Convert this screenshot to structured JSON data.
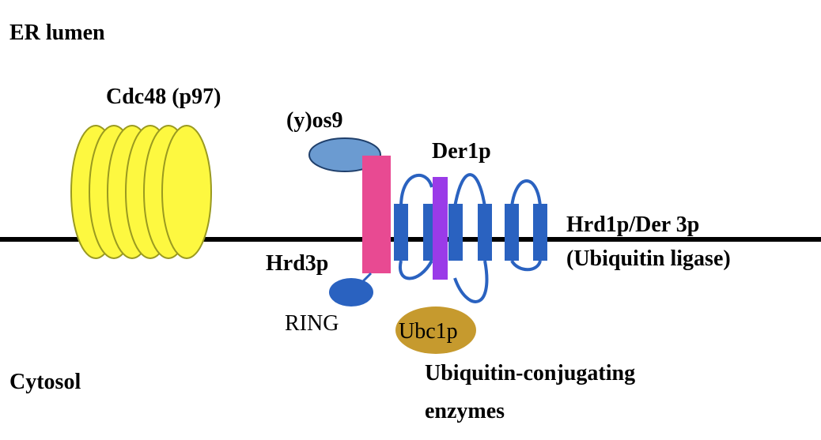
{
  "labels": {
    "er_lumen": "ER lumen",
    "cytosol": "Cytosol",
    "cdc48": "Cdc48 (p97)",
    "yos9": "(y)os9",
    "der1p": "Der1p",
    "hrd1p_line1": "Hrd1p/Der 3p",
    "hrd1p_line2": "(Ubiquitin ligase)",
    "hrd3p": "Hrd3p",
    "ring": "RING",
    "ubc1p": "Ubc1p",
    "ubiquitin_line1": "Ubiquitin-conjugating",
    "ubiquitin_line2": "enzymes"
  },
  "colors": {
    "membrane": "#000000",
    "cdc48_fill": "#fdf840",
    "cdc48_stroke": "#9a9a20",
    "yos9_fill": "#6b9bd1",
    "yos9_stroke": "#1f3f6b",
    "hrd3p_bar": "#e84a92",
    "hrd1p_helix": "#2a62c0",
    "hrd1p_loop": "#2a62c0",
    "der1p_bar": "#9a3be8",
    "ring_fill": "#2a62c0",
    "ubc1p_fill": "#c69a2e",
    "text": "#000000"
  },
  "cdc48": {
    "ring_count": 6
  },
  "hrd1p": {
    "helix_count": 6
  }
}
